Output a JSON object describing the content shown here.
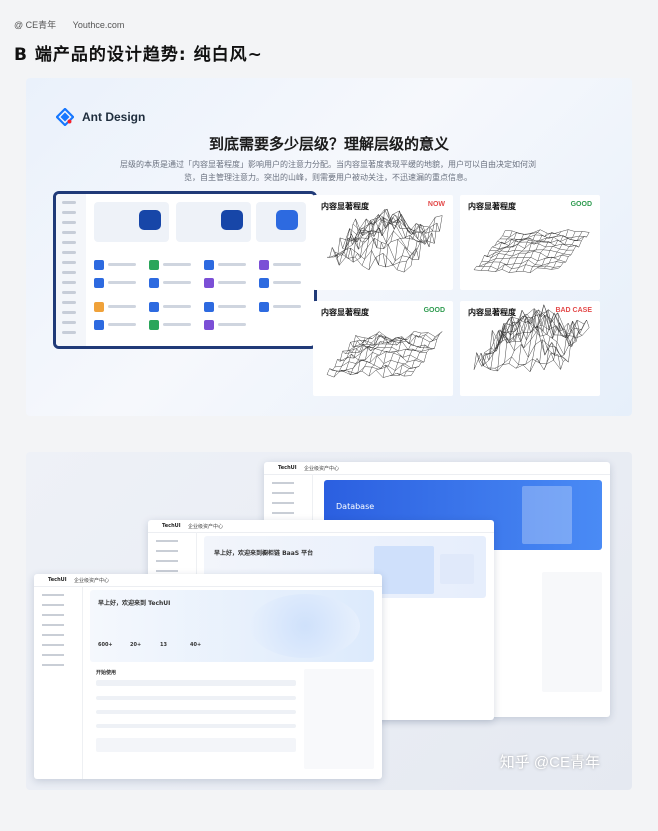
{
  "header": {
    "brand": "@ CE青年",
    "site": "Youthce.com"
  },
  "title": "B 端产品的设计趋势: 纯白风~",
  "panel1": {
    "logo_name": "Ant Design",
    "heading": "到底需要多少层级？理解层级的意义",
    "subtitle": "层级的本质是通过「内容显著程度」影响用户的注意力分配。当内容显著度表现平缓的地貌，用户可以自由决定如何浏览，自主管理注意力。突出的山峰，则需要用户被动关注，不迅速漏的重点信息。",
    "charts": [
      {
        "label": "内容显著程度",
        "tag": "NOW",
        "tag_color": "#e34a4a"
      },
      {
        "label": "内容显著程度",
        "tag": "GOOD",
        "tag_color": "#2e9b4f"
      },
      {
        "label": "内容显著程度",
        "tag": "GOOD",
        "tag_color": "#2e9b4f"
      },
      {
        "label": "内容显著程度",
        "tag": "BAD CASE",
        "tag_color": "#e34a4a"
      }
    ]
  },
  "panel2": {
    "screens": [
      {
        "brand": "TechUI",
        "nav": "企业级资产中心",
        "banner": "Database"
      },
      {
        "brand": "TechUI",
        "nav": "企业级资产中心",
        "greeting": "早上好，欢迎来到橱柜链 BaaS 平台"
      },
      {
        "brand": "TechUI",
        "nav": "企业级资产中心",
        "greeting": "早上好，欢迎来到 TechUI",
        "section": "开始使用",
        "stats": [
          "600+",
          "20+",
          "13",
          "40+"
        ]
      }
    ]
  },
  "watermark": "知乎 @CE青年",
  "colors": {
    "accent": "#1746a8",
    "ant_blue": "#1677ff",
    "ant_red": "#f5222d"
  }
}
